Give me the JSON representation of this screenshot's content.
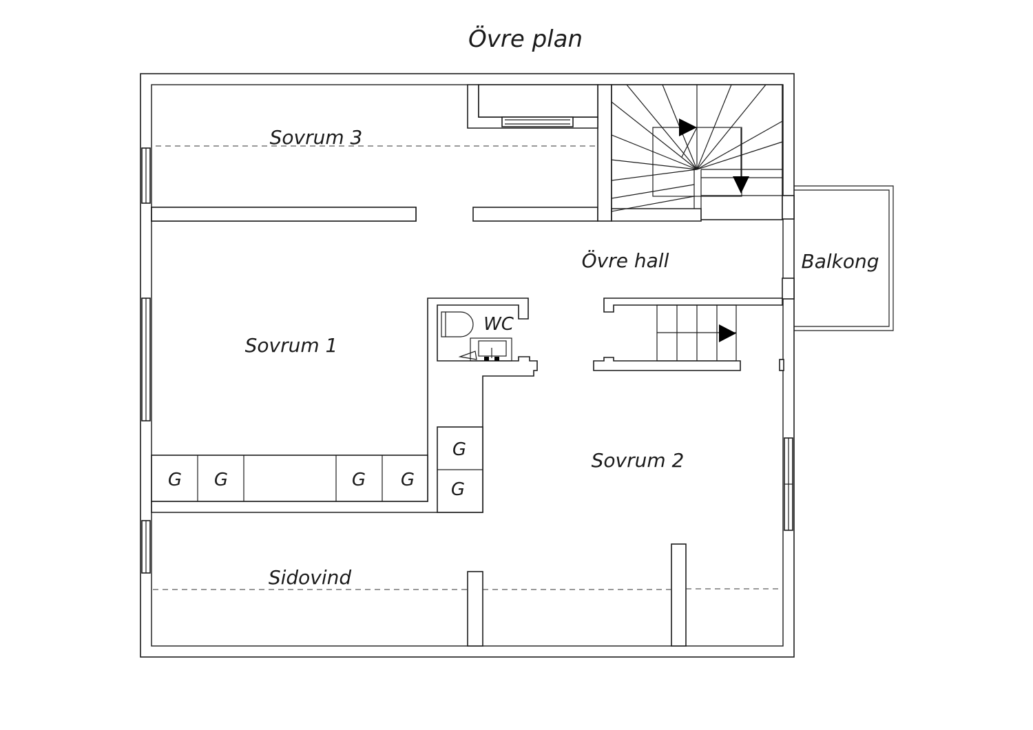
{
  "title": "Övre plan",
  "rooms": {
    "sovrum3": "Sovrum 3",
    "sovrum1": "Sovrum 1",
    "sovrum2": "Sovrum 2",
    "ovre_hall": "Övre hall",
    "balkong": "Balkong",
    "wc": "WC",
    "sidovind": "Sidovind"
  },
  "closets": [
    "G",
    "G",
    "G",
    "G",
    "G",
    "G"
  ],
  "colors": {
    "line": "#1a1a1a",
    "background": "#ffffff"
  }
}
